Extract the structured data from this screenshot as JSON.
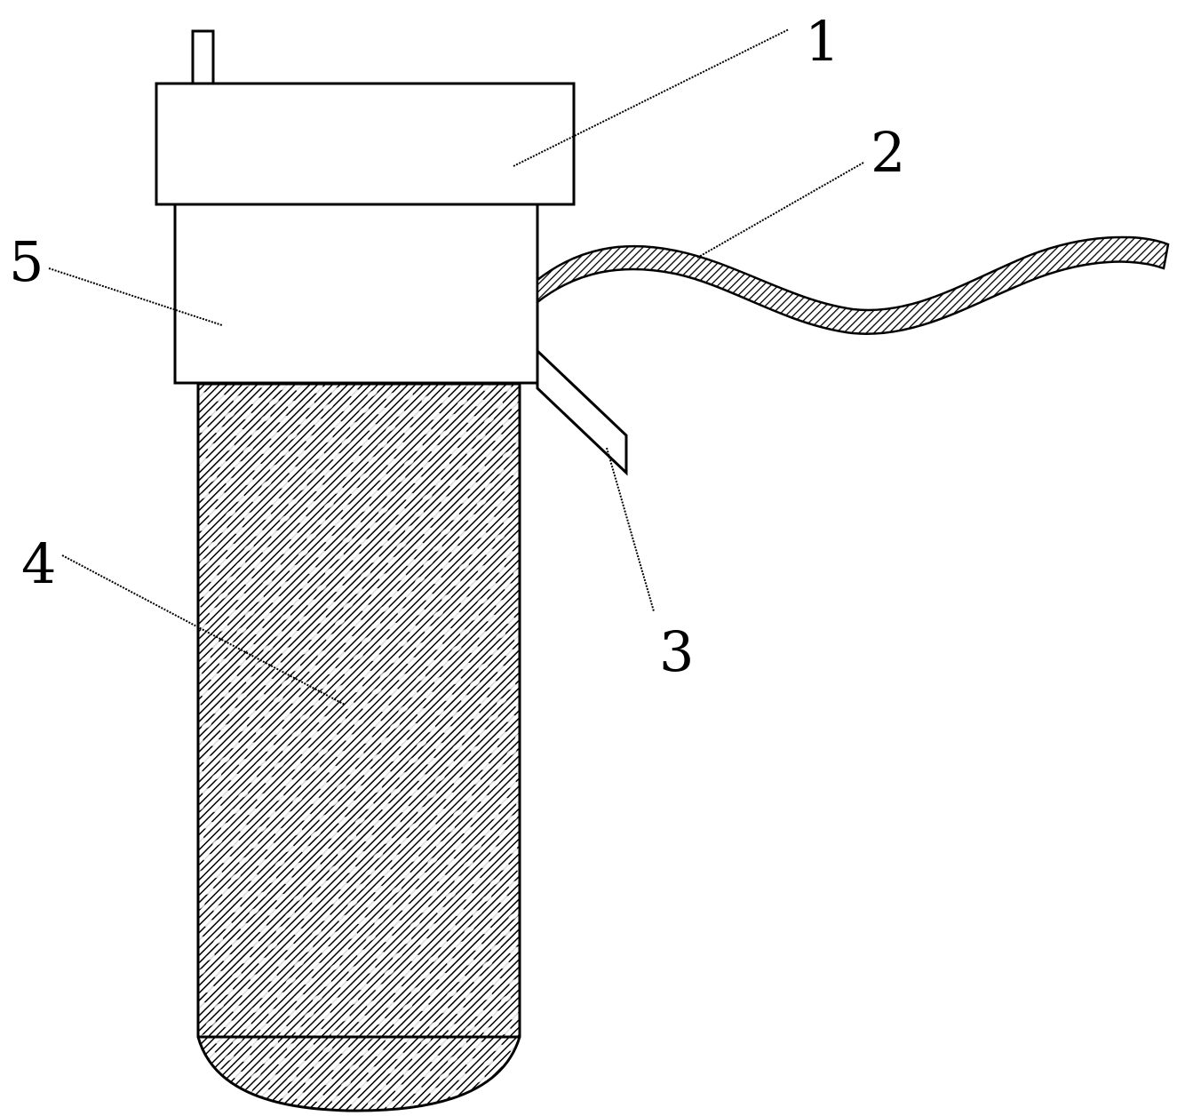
{
  "labels": {
    "part_1": "1",
    "part_2": "2",
    "part_3": "3",
    "part_4": "4",
    "part_5": "5"
  },
  "colors": {
    "line": "#000000",
    "background": "#ffffff"
  }
}
